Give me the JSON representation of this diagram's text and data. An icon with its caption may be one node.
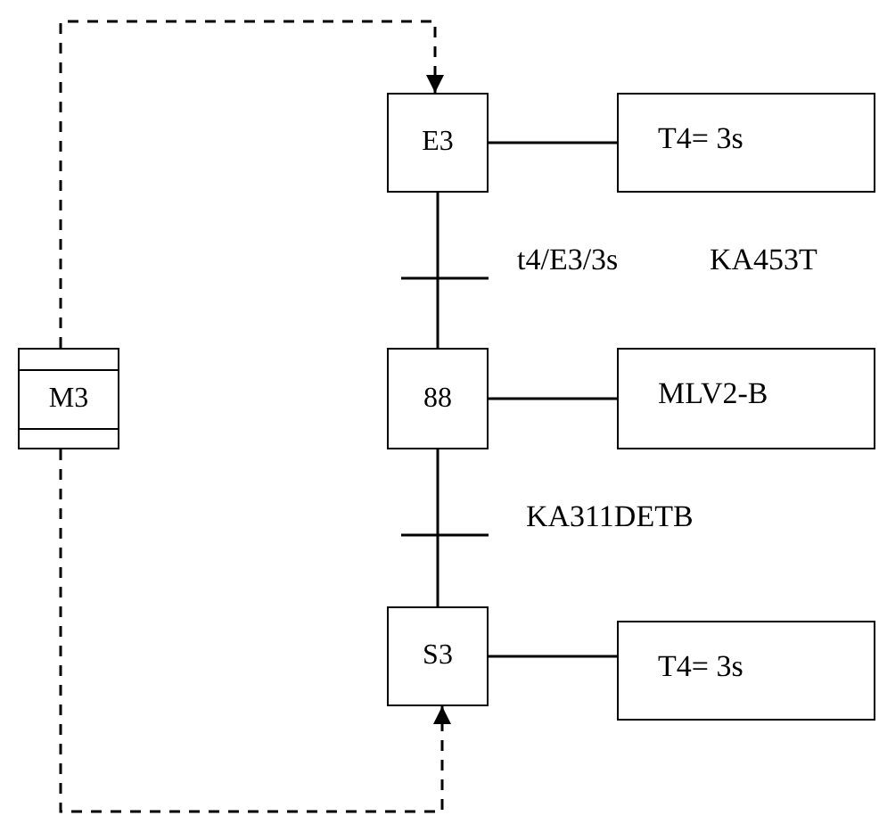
{
  "diagram": {
    "nodes": [
      {
        "text": [
          "E3"
        ]
      },
      {
        "text": [
          "T4= 3s"
        ]
      },
      {
        "text": [
          "M3"
        ]
      },
      {
        "text": [
          "88"
        ]
      },
      {
        "text": [
          "MLV2-B"
        ]
      },
      {
        "text": [
          "S3"
        ]
      },
      {
        "text": [
          "T4= 3s"
        ]
      }
    ],
    "edges": [
      {
        "from": 2,
        "to": 0,
        "arrow": "to",
        "style": "dashed"
      },
      {
        "from": 0,
        "to": 1,
        "arrow": "none"
      },
      {
        "from": 0,
        "to": 3,
        "arrow": "none"
      },
      {
        "from": 3,
        "to": 4,
        "arrow": "none"
      },
      {
        "from": 3,
        "to": 5,
        "arrow": "none"
      },
      {
        "from": 5,
        "to": 6,
        "arrow": "none"
      },
      {
        "from": 2,
        "to": 5,
        "arrow": "to",
        "style": "dashed"
      }
    ],
    "labels": [
      "t4/E3/3s",
      "KA453T",
      "KA311DETB"
    ]
  }
}
